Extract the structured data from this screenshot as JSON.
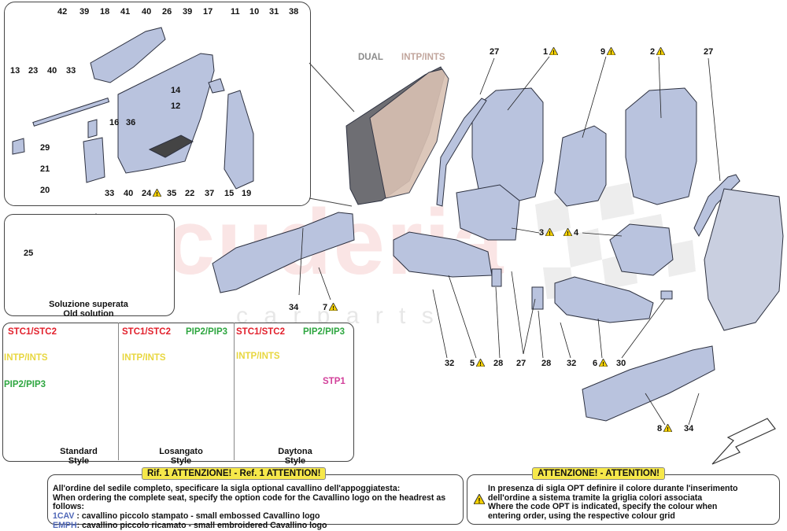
{
  "detail_callouts": [
    "42",
    "39",
    "18",
    "41",
    "40",
    "26",
    "39",
    "17",
    "11",
    "10",
    "31",
    "38",
    "13",
    "23",
    "40",
    "33",
    "14",
    "12",
    "16",
    "36",
    "29",
    "21",
    "20",
    "33",
    "40",
    "24",
    "35",
    "22",
    "37",
    "15",
    "19"
  ],
  "main_callouts": {
    "c27a": "27",
    "c1": "1",
    "c9": "9",
    "c2": "2",
    "c27b": "27",
    "c3": "3",
    "c4": "4",
    "c34a": "34",
    "c7": "7",
    "c32a": "32",
    "c5": "5",
    "c28a": "28",
    "c27c": "27",
    "c28b": "28",
    "c32b": "32",
    "c6": "6",
    "c30": "30",
    "c8": "8",
    "c34b": "34",
    "c25": "25"
  },
  "dual_label": "DUAL",
  "intp_label": "INTP/INTS",
  "watermark": "scuderia",
  "watermark_sub": "c a r   p a r t s",
  "old_solution": {
    "line1": "Soluzione superata",
    "line2": "Old solution"
  },
  "styles": {
    "standard": {
      "title1": "Standard",
      "title2": "Style",
      "stc": "STC1/STC2",
      "intp": "INTP/INTS",
      "pip": "PIP2/PIP3"
    },
    "losangato": {
      "title1": "Losangato",
      "title2": "Style",
      "stc": "STC1/STC2",
      "intp": "INTP/INTS",
      "pip": "PIP2/PIP3"
    },
    "daytona": {
      "title1": "Daytona",
      "title2": "Style",
      "stc": "STC1/STC2",
      "intp": "INTP/INTS",
      "pip": "PIP2/PIP3",
      "stp": "STP1"
    }
  },
  "note_left": {
    "header": "Rif. 1 ATTENZIONE! - Ref. 1 ATTENTION!",
    "line1": "All'ordine del sedile completo, specificare la sigla optional cavallino dell'appoggiatesta:",
    "line2": "When ordering the complete seat, specify the option code for the Cavallino logo on the headrest as follows:",
    "line3_code": "1CAV",
    "line3_text": " : cavallino piccolo stampato - small embossed Cavallino logo",
    "line4_code": "EMPH",
    "line4_text": ": cavallino piccolo ricamato - small embroidered Cavallino logo"
  },
  "note_right": {
    "header": "ATTENZIONE! - ATTENTION!",
    "line1": "In presenza di sigla OPT definire il colore durante l'inserimento",
    "line2": "dell'ordine a sistema tramite la griglia colori associata",
    "line3": "Where the code OPT is indicated, specify the colour when",
    "line4": "entering order, using the respective colour grid"
  },
  "colors": {
    "part_fill": "#b9c3de",
    "part_stroke": "#2d3140",
    "seat_yellow": "#f3ec7a",
    "warn": "#f4d000",
    "watermark": "#f2c9c9"
  }
}
